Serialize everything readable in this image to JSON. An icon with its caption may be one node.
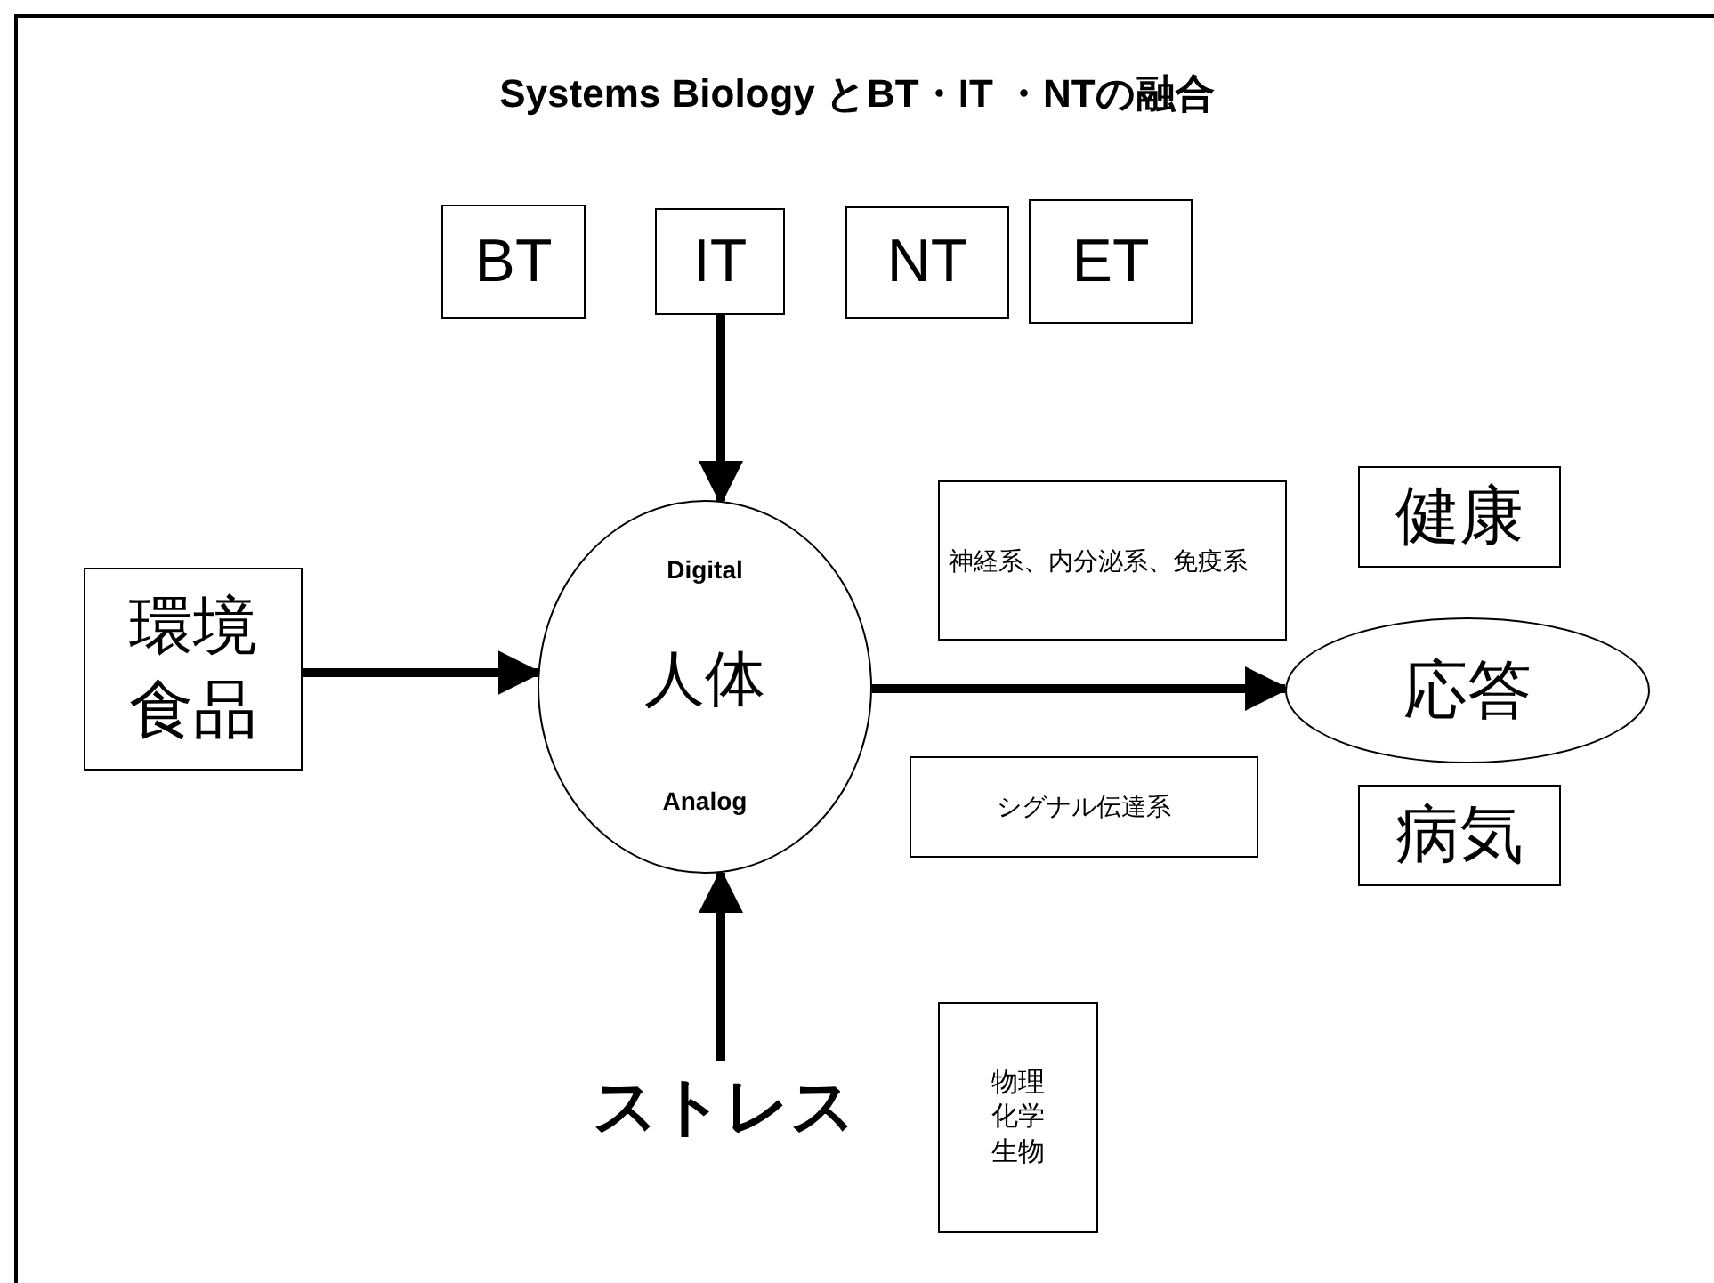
{
  "diagram": {
    "title": "Systems Biology とBT・IT ・NTの融合",
    "nodes": [
      {
        "text": [
          "BT"
        ]
      },
      {
        "text": [
          "IT"
        ]
      },
      {
        "text": [
          "NT"
        ]
      },
      {
        "text": [
          "ET"
        ]
      },
      {
        "text": [
          "環境食品"
        ]
      },
      {
        "text": [
          "Digital",
          "人体",
          "Analog"
        ]
      },
      {
        "text": [
          "神経系、内分泌系、免疫系"
        ]
      },
      {
        "text": [
          "健康"
        ]
      },
      {
        "text": [
          "応答"
        ]
      },
      {
        "text": [
          "シグナル伝達系"
        ]
      },
      {
        "text": [
          "病気"
        ]
      },
      {
        "text": [
          "ストレス"
        ]
      },
      {
        "text": [
          "物理化学生物"
        ]
      }
    ],
    "edges": [
      {
        "from": 1,
        "to": 5,
        "arrow": "to"
      },
      {
        "from": 4,
        "to": 5,
        "arrow": "to"
      },
      {
        "from": 11,
        "to": 5,
        "arrow": "to"
      },
      {
        "from": 5,
        "to": 8,
        "arrow": "to"
      }
    ]
  }
}
